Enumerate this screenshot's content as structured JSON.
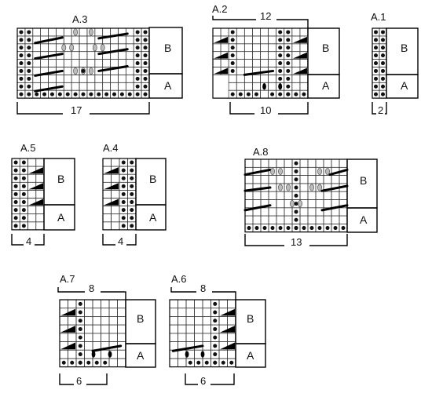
{
  "page": {
    "background": "#ffffff",
    "line_color": "#000000",
    "grid_color": "#333333",
    "oval_fill": "#bbbbbb"
  },
  "section_labels": [
    "B",
    "A"
  ],
  "symbols": {
    "dot": "dot-symbol",
    "oval": "oval-symbol",
    "black-oval": "black-oval-symbol",
    "triangle": "triangle-symbol",
    "bar": "bar-symbol"
  },
  "charts": [
    {
      "id": "a3",
      "title": "A.3",
      "width_label": "17",
      "top_label": "",
      "cols": 17
    },
    {
      "id": "a2",
      "title": "A.2",
      "width_label": "10",
      "top_label": "12",
      "cols": 12
    },
    {
      "id": "a1",
      "title": "A.1",
      "width_label": "2",
      "top_label": "",
      "cols": 2
    },
    {
      "id": "a5",
      "title": "A.5",
      "width_label": "4",
      "top_label": "",
      "cols": 4
    },
    {
      "id": "a4",
      "title": "A.4",
      "width_label": "4",
      "top_label": "",
      "cols": 4
    },
    {
      "id": "a8",
      "title": "A.8",
      "width_label": "13",
      "top_label": "",
      "cols": 13
    },
    {
      "id": "a7",
      "title": "A.7",
      "width_label": "6",
      "top_label": "8",
      "cols": 8
    },
    {
      "id": "a6",
      "title": "A.6",
      "width_label": "6",
      "top_label": "8",
      "cols": 8
    }
  ]
}
